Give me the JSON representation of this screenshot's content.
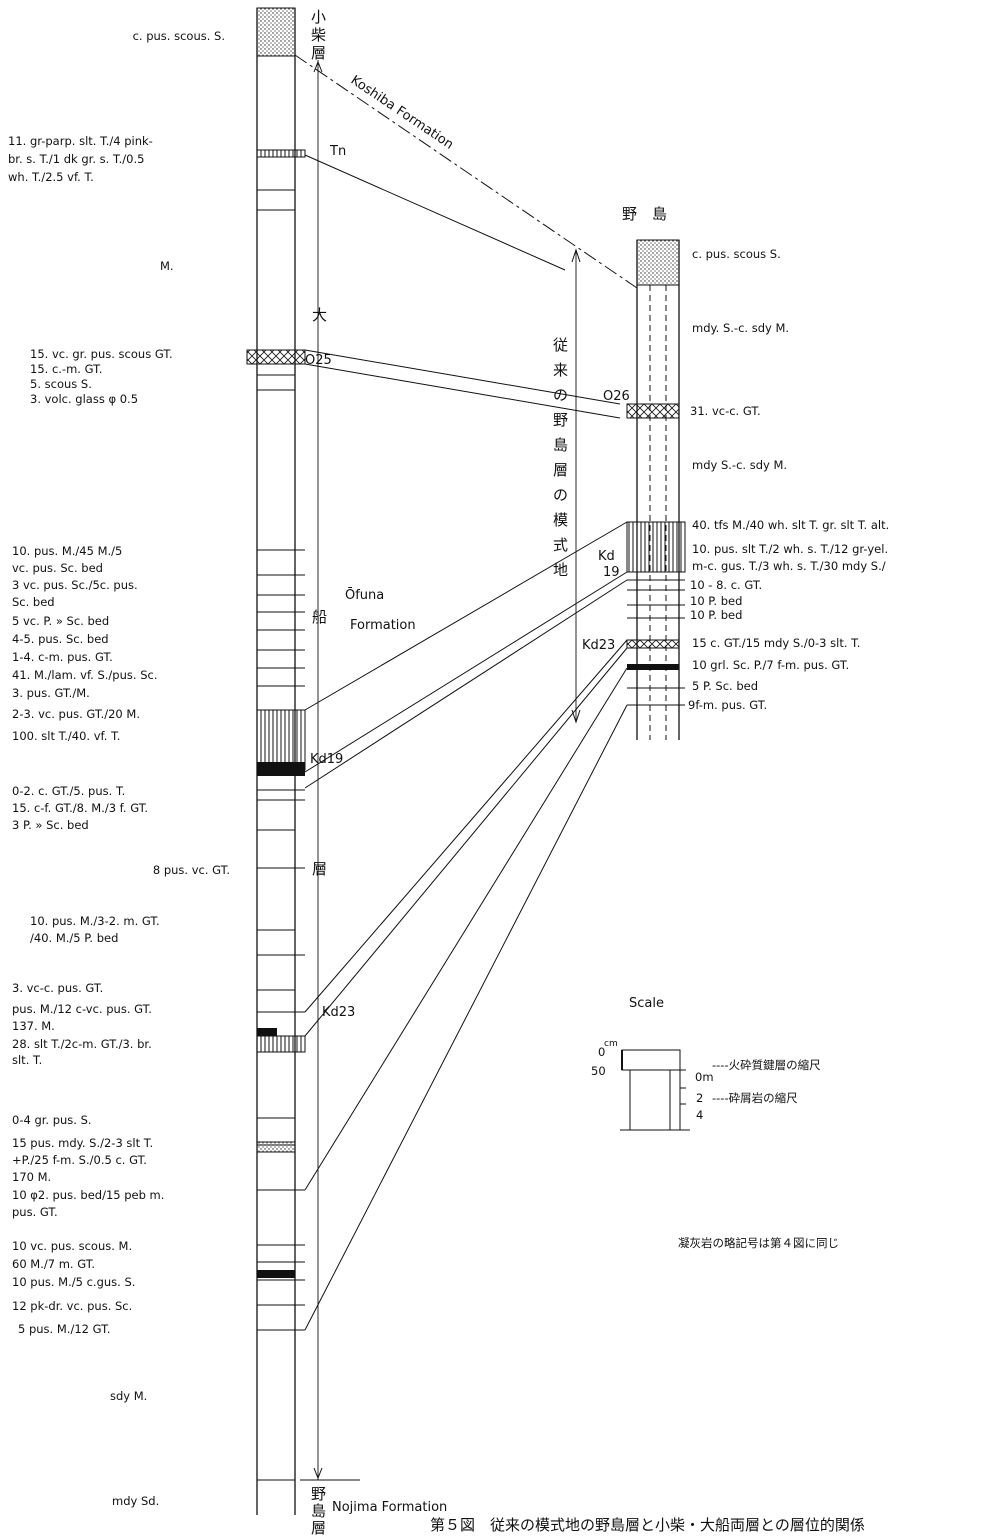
{
  "left_labels": [
    [
      "c. pus. scous. S."
    ],
    [
      "11. gr-parp. slt. T./4 pink-",
      "br. s. T./1 dk gr. s. T./0.5",
      "wh. T./2.5 vf. T."
    ],
    [
      "M."
    ],
    [
      "15. vc. gr. pus. scous GT.",
      "15. c.-m. GT.",
      "5. scous S.",
      "3. volc. glass  φ 0.5"
    ],
    [
      "10. pus. M./45 M./5",
      "vc. pus. Sc. bed",
      "3 vc. pus. Sc./5c. pus.",
      "Sc. bed",
      "5 vc. P. » Sc. bed",
      "4-5. pus. Sc. bed",
      "1-4. c-m. pus. GT.",
      "41. M./lam. vf. S./pus. Sc.",
      "3. pus. GT./M.",
      "2-3. vc. pus. GT./20 M.",
      "100. slt T./40. vf. T."
    ],
    [
      "0-2. c. GT./5. pus. T.",
      "15. c-f. GT./8. M./3 f. GT.",
      "3 P. » Sc. bed"
    ],
    [
      "8 pus. vc. GT."
    ],
    [
      "10. pus. M./3-2. m. GT.",
      "/40. M./5 P. bed"
    ],
    [
      "3. vc-c. pus. GT.",
      "pus. M./12 c-vc. pus. GT.",
      "137. M.",
      "28. slt T./2c-m. GT./3. br.",
      "slt. T."
    ],
    [
      "0-4 gr. pus. S.",
      "15 pus. mdy. S./2-3 slt T.",
      "+P./25 f-m. S./0.5 c. GT.",
      "170 M.",
      "10 φ2. pus. bed/15 peb m.",
      "pus. GT."
    ],
    [
      "10 vc. pus. scous. M.",
      "60 M./7 m. GT.",
      "10 pus. M./5 c.gus. S.",
      "12 pk-dr. vc. pus. Sc.",
      "5 pus. M./12 GT."
    ],
    [
      "sdy M."
    ],
    [
      "mdy Sd."
    ]
  ],
  "right_labels": [
    [
      "c. pus. scous S."
    ],
    [
      "mdy. S.-c. sdy M."
    ],
    [
      "31. vc-c. GT."
    ],
    [
      "mdy S.-c. sdy M."
    ],
    [
      "40. tfs M./40 wh. slt T. gr. slt T. alt.",
      "10. pus. slt  T./2 wh. s. T./12 gr-yel.",
      "m-c. gus. T./3 wh. s. T./30 mdy S./",
      "10 - 8. c. GT.",
      "10 P. bed",
      "10 P. bed"
    ],
    [
      "15 c. GT./15 mdy S./0-3 slt. T."
    ],
    [
      "10 grl. Sc. P./7 f-m. pus. GT."
    ],
    [
      "5 P. Sc. bed"
    ],
    [
      "9f-m. pus. GT."
    ]
  ],
  "center_labels": {
    "koshiba_jp": [
      "小",
      "柴",
      "層"
    ],
    "koshiba_formation": "Koshiba Formation",
    "tn": "Tn",
    "ofuna_jp_dai": "大",
    "ofuna_jp_fune": "船",
    "ofuna_jp_so": "層",
    "o25": "O25",
    "ofuna_formation": "Ōfuna",
    "ofuna_formation_2": "Formation",
    "kd19_left": "Kd19",
    "kd23_left": "Kd23",
    "nojima_jp": [
      "野",
      "島",
      "層"
    ],
    "nojima_formation": "Nojima Formation"
  },
  "right_column": {
    "title": "野　島",
    "o26": "O26",
    "kd19": "Kd",
    "kd19b": "19",
    "kd23": "Kd23",
    "vertical_note": [
      "従",
      "来",
      "の",
      "野",
      "島",
      "層",
      "の",
      "模",
      "式",
      "地"
    ]
  },
  "scale": {
    "title": "Scale",
    "cm": "cm",
    "zero": "0",
    "fifty": "50",
    "zero_m": "0m",
    "two": "2",
    "four": "4",
    "key_scale": "----火砕質鍵層の縮尺",
    "clastic_scale": "----砕屑岩の縮尺"
  },
  "note": "凝灰岩の略記号は第４図に同じ",
  "caption": "第５図　従来の模式地の野島層と小柴・大船両層との層位的関係"
}
